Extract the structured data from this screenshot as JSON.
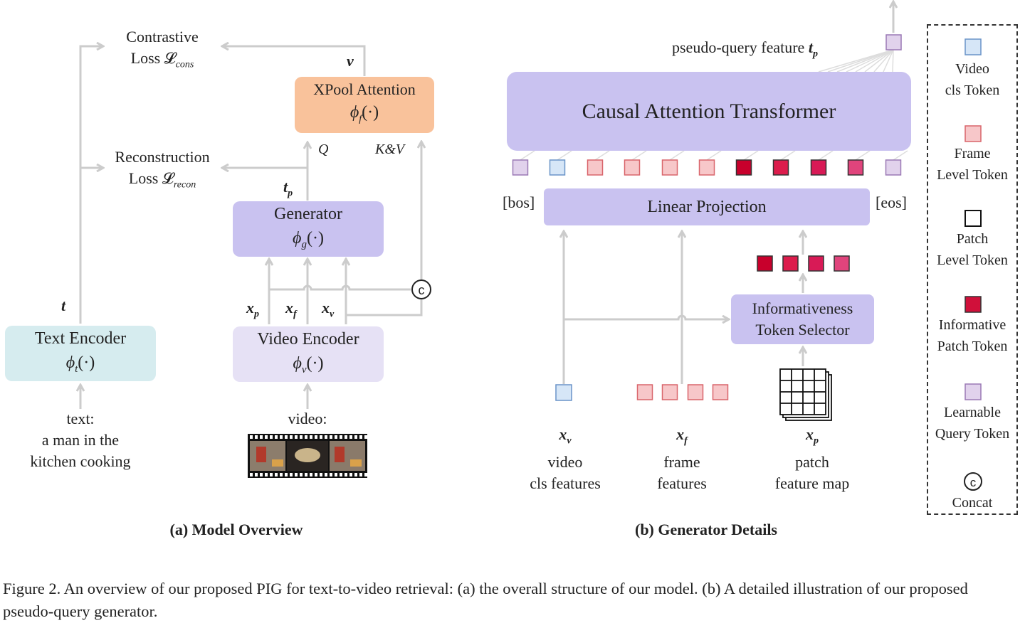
{
  "panel_a": {
    "contrastive_loss": [
      "Contrastive",
      "Loss 𝓛"
    ],
    "contrastive_sub": "cons",
    "reconstruction_loss": [
      "Reconstruction",
      "Loss 𝓛"
    ],
    "reconstruction_sub": "recon",
    "v_label": "v",
    "xpool_title": "XPool Attention",
    "xpool_fn": "ϕ",
    "xpool_fn_sub": "f",
    "fn_arg": "(·)",
    "q_label": "Q",
    "kv_label": "K&V",
    "tp_label": "t",
    "tp_sub": "p",
    "generator_title": "Generator",
    "generator_fn": "ϕ",
    "generator_fn_sub": "g",
    "t_label": "t",
    "xp_label": "x",
    "xp_sub": "p",
    "xf_label": "x",
    "xf_sub": "f",
    "xv_label": "x",
    "xv_sub": "v",
    "concat_symbol": "c",
    "text_encoder_title": "Text Encoder",
    "text_encoder_fn": "ϕ",
    "text_encoder_fn_sub": "t",
    "video_encoder_title": "Video Encoder",
    "video_encoder_fn": "ϕ",
    "video_encoder_fn_sub": "v",
    "text_input": [
      "text:",
      "a man in the",
      "kitchen cooking"
    ],
    "video_input": "video:",
    "subcaption": "(a) Model Overview"
  },
  "panel_b": {
    "pseudo_query_label": "pseudo-query feature ",
    "pseudo_query_math": "t",
    "pseudo_query_sub": "p",
    "transformer_title": "Causal Attention Transformer",
    "bos_label": "[bos]",
    "eos_label": "[eos]",
    "linear_projection_title": "Linear Projection",
    "selector_title": [
      "Informativeness",
      "Token Selector"
    ],
    "input_xv": {
      "sym": "x",
      "sub": "v",
      "lines": [
        "video",
        "cls features"
      ]
    },
    "input_xf": {
      "sym": "x",
      "sub": "f",
      "lines": [
        "frame",
        "features"
      ]
    },
    "input_xp": {
      "sym": "x",
      "sub": "p",
      "lines": [
        "patch",
        "feature map"
      ]
    },
    "subcaption": "(b) Generator Details"
  },
  "legend": {
    "items": [
      {
        "label": [
          "Video",
          "cls Token"
        ],
        "icon": "video-cls-token-icon"
      },
      {
        "label": [
          "Frame",
          "Level Token"
        ],
        "icon": "frame-level-token-icon"
      },
      {
        "label": [
          "Patch",
          "Level Token"
        ],
        "icon": "patch-level-token-icon"
      },
      {
        "label": [
          "Informative",
          "Patch Token"
        ],
        "icon": "informative-patch-token-icon"
      },
      {
        "label": [
          "Learnable",
          "Query Token"
        ],
        "icon": "learnable-query-token-icon"
      },
      {
        "label": [
          "Concat"
        ],
        "icon": "concat-icon"
      }
    ]
  },
  "caption": {
    "text": "Figure 2. An overview of our proposed PIG for text-to-video retrieval: (a) the overall structure of our model. (b) A detailed illustration of our proposed pseudo-query generator."
  },
  "colors": {
    "xpool": "#f9c29b",
    "generator": "#c9c2f0",
    "text_encoder": "#d6ecef",
    "video_encoder": "#e6e1f5",
    "transformer": "#c9c2f0",
    "video_cls": "#d6e6f7",
    "frame_token": "#f7c7c9",
    "informative_token": "#d0103a",
    "learnable_token": "#e1d2ec",
    "arrow": "#cccccc"
  }
}
